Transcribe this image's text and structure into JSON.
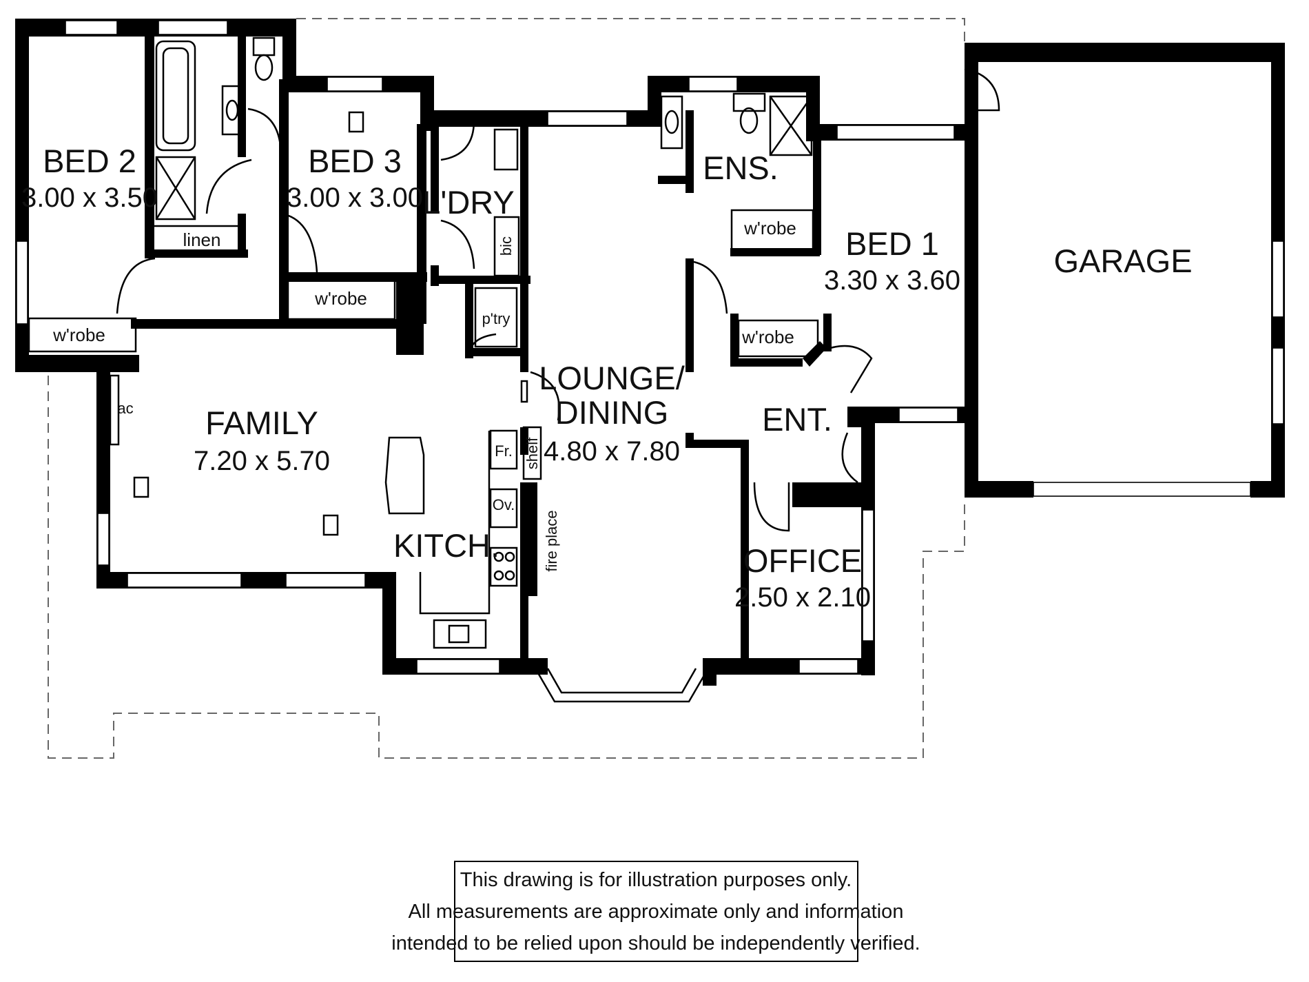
{
  "rooms": {
    "bed2": {
      "name": "BED 2",
      "size": "3.00 x 3.50"
    },
    "bed3": {
      "name": "BED 3",
      "size": "3.00 x 3.00"
    },
    "laundry": {
      "name": "L'DRY"
    },
    "ensuite": {
      "name": "ENS."
    },
    "bed1": {
      "name": "BED 1",
      "size": "3.30 x 3.60"
    },
    "garage": {
      "name": "GARAGE"
    },
    "family": {
      "name": "FAMILY",
      "size": "7.20 x 5.70"
    },
    "lounge": {
      "name_line1": "LOUNGE/",
      "name_line2": "DINING",
      "size": "4.80 x 7.80"
    },
    "entry": {
      "name": "ENT."
    },
    "kitchen": {
      "name": "KITCH."
    },
    "office": {
      "name": "OFFICE",
      "size": "2.50 x 2.10"
    }
  },
  "fixtures": {
    "linen": "linen",
    "wrobe_bed2": "w'robe",
    "wrobe_bed3": "w'robe",
    "wrobe_ens": "w'robe",
    "wrobe_bed1": "w'robe",
    "bic": "bic",
    "pantry": "p'try",
    "ac": "ac",
    "fridge": "Fr.",
    "oven": "Ov.",
    "shelf": "shelf",
    "fireplace": "fire place"
  },
  "disclaimer": {
    "line1": "This drawing is for illustration purposes only.",
    "line2": "All measurements are approximate only and information",
    "line3": "intended to be relied upon should be independently verified."
  },
  "colors": {
    "walls": "#000000",
    "background": "#ffffff",
    "dashed_outline": "#666666"
  }
}
